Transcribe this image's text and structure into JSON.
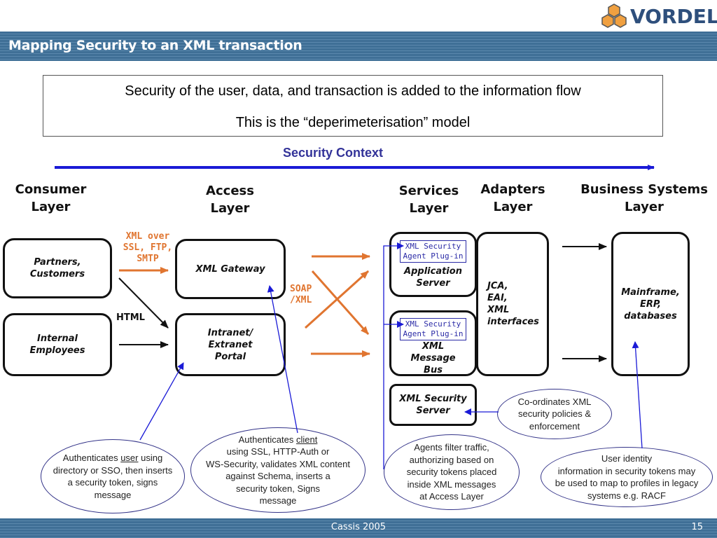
{
  "slide": {
    "title": "Mapping Security to an XML transaction",
    "logo_text": "VORDEL",
    "logo_registered": "®",
    "summary_line1": "Security of the user, data, and transaction is added to the information flow",
    "summary_line2": "This is the “deperimeterisation” model",
    "security_context_label": "Security Context",
    "footer_center": "Cassis 2005",
    "page_number": "15"
  },
  "layers": {
    "consumer": [
      "Consumer",
      "Layer"
    ],
    "access": [
      "Access",
      "Layer"
    ],
    "services": [
      "Services",
      "Layer"
    ],
    "adapters": [
      "Adapters",
      "Layer"
    ],
    "business": [
      "Business Systems",
      "Layer"
    ]
  },
  "boxes": {
    "partners": [
      "Partners,",
      "Customers"
    ],
    "internal": [
      "Internal",
      "Employees"
    ],
    "gateway": [
      "XML Gateway"
    ],
    "portal": [
      "Intranet/",
      "Extranet",
      "Portal"
    ],
    "plugin": [
      "XML Security",
      "Agent Plug-in"
    ],
    "app_server": [
      "Application",
      "Server"
    ],
    "message_bus": [
      "XML",
      "Message",
      "Bus"
    ],
    "security_server": [
      "XML Security",
      "Server"
    ],
    "adapters": [
      "JCA,",
      "EAI,",
      "XML",
      "interfaces"
    ],
    "mainframe": [
      "Mainframe,",
      "ERP,",
      "databases"
    ]
  },
  "flow_labels": {
    "xml_over": [
      "XML over",
      "SSL, FTP,",
      "SMTP"
    ],
    "html": "HTML",
    "soap": [
      "SOAP",
      "/XML"
    ]
  },
  "callouts": {
    "user_auth": {
      "pre": "Authenticates ",
      "underlined": "user",
      "post": " using",
      "rest": [
        "directory or SSO, then inserts",
        "a security token, signs",
        "message"
      ]
    },
    "client_auth": {
      "pre": "Authenticates ",
      "underlined": "client",
      "post": "",
      "rest": [
        "using SSL, HTTP-Auth or",
        "WS-Security, validates XML content",
        "against Schema, inserts a",
        "security token, Signs",
        "message"
      ]
    },
    "agents": [
      "Agents filter traffic,",
      "authorizing based on",
      "security tokens placed",
      "inside XML messages",
      "at Access Layer"
    ],
    "coordinates": [
      "Co-ordinates XML",
      "security policies &",
      "enforcement"
    ],
    "identity": [
      "User identity",
      "information in security tokens may",
      "be used to map to profiles in legacy",
      "systems e.g. RACF"
    ]
  },
  "colors": {
    "band": "#3f6f96",
    "orange": "#e07530",
    "blue_arrow": "#1a1ad6",
    "callout_border": "#333388",
    "logo_orange": "#f0a040"
  }
}
